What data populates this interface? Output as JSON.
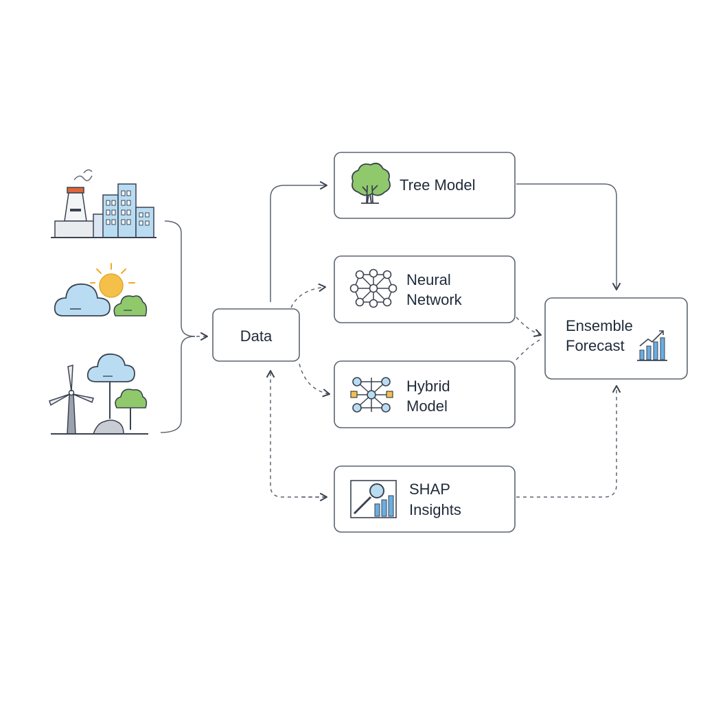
{
  "nodes": {
    "data": {
      "label": "Data"
    },
    "tree_model": {
      "label": "Tree Model"
    },
    "neural_network": {
      "line1": "Neural",
      "line2": "Network"
    },
    "hybrid_model": {
      "line1": "Hybrid",
      "line2": "Model"
    },
    "shap_insights": {
      "line1": "SHAP",
      "line2": "Insights"
    },
    "ensemble_forecast": {
      "line1": "Ensemble",
      "line2": "Forecast"
    }
  },
  "icons": {
    "sources": [
      "factory-city-icon",
      "weather-sun-cloud-icon",
      "wind-turbine-landscape-icon"
    ],
    "tree_model": "tree-icon",
    "neural_network": "network-graph-icon",
    "hybrid_model": "hybrid-graph-icon",
    "shap_insights": "magnifier-chart-icon",
    "ensemble_forecast": "growth-chart-icon"
  },
  "colors": {
    "stroke": "#5c6470",
    "dark": "#3a4250",
    "blue_fill": "#b9dcf2",
    "green_fill": "#8fc96b",
    "sun": "#f5c04a",
    "chimney": "#e0663a"
  }
}
